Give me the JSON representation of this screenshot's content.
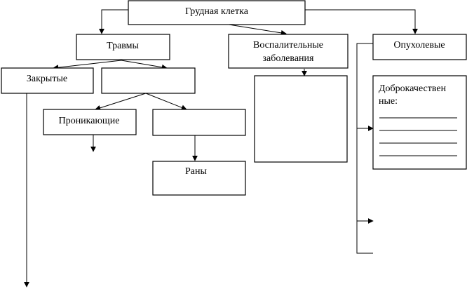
{
  "diagram": {
    "nodes": {
      "root": "Грудная клетка",
      "trauma": "Травмы",
      "inflammatory_line1": "Воспалительные",
      "inflammatory_line2": "заболевания",
      "tumor": "Опухолевые",
      "closed": "Закрытые",
      "open_blank": "",
      "penetrating": "Проникающие",
      "nonpenetrating_blank": "",
      "wounds": "Раны",
      "inflammatory_detail_blank": "",
      "benign_line1": "Доброкачествен",
      "benign_line2": "ные:"
    }
  }
}
